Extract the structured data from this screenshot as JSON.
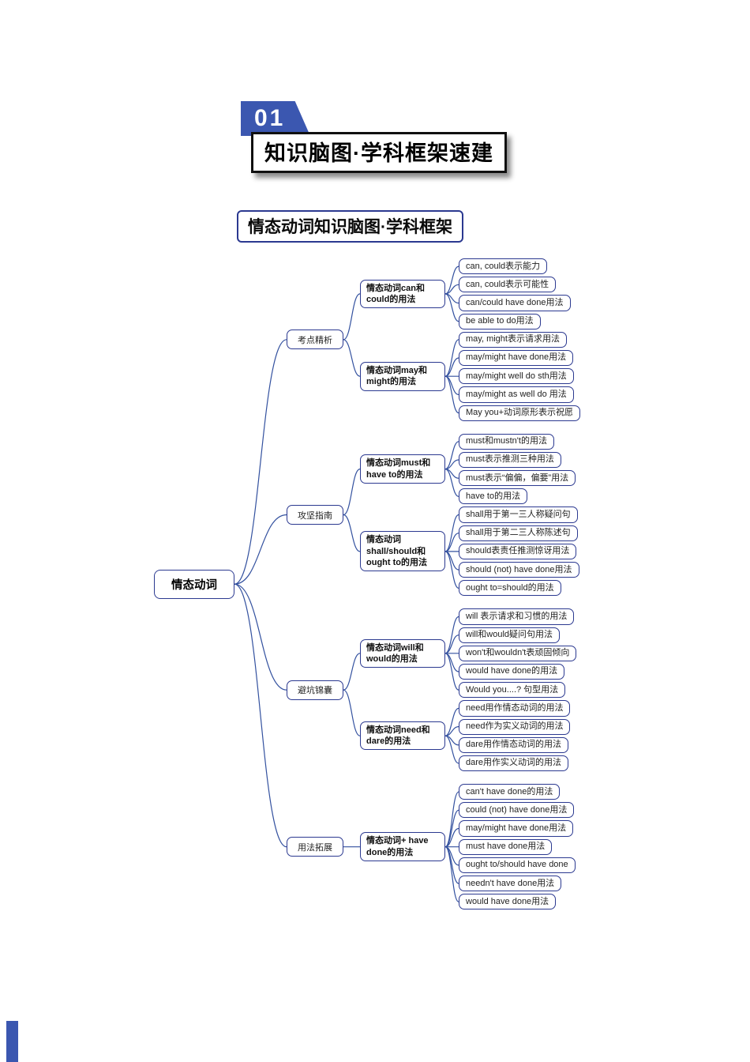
{
  "colors": {
    "accent_blue": "#2b3990",
    "banner_blue": "#3b57b0",
    "line_blue": "#33519f"
  },
  "header": {
    "badge_number": "01",
    "title": "知识脑图·学科框架速建",
    "map_title": "情态动词知识脑图·学科框架"
  },
  "mindmap": {
    "root": "情态动词",
    "branches": [
      {
        "label": "考点精析",
        "topics": [
          {
            "label": "情态动词can和could的用法",
            "leaves": [
              "can, could表示能力",
              "can, could表示可能性",
              "can/could have done用法",
              "be able to do用法"
            ]
          },
          {
            "label": "情态动词may和might的用法",
            "leaves": [
              "may, might表示请求用法",
              "may/might have done用法",
              "may/might well do sth用法",
              "may/might as well do 用法",
              "May you+动词原形表示祝愿"
            ]
          }
        ]
      },
      {
        "label": "攻坚指南",
        "topics": [
          {
            "label": "情态动词must和have to的用法",
            "leaves": [
              "must和mustn't的用法",
              "must表示推测三种用法",
              "must表示“偏偏，偏要”用法",
              "have to的用法"
            ]
          },
          {
            "label": "情态动词shall/should和ought to的用法",
            "leaves": [
              "shall用于第一三人称疑问句",
              "shall用于第二三人称陈述句",
              "should表责任推测惊讶用法",
              "should (not) have done用法",
              "ought to=should的用法"
            ]
          }
        ]
      },
      {
        "label": "避坑锦囊",
        "topics": [
          {
            "label": "情态动词will和would的用法",
            "leaves": [
              "will 表示请求和习惯的用法",
              "will和would疑问句用法",
              "won't和wouldn't表顽固倾向",
              "would have done的用法",
              "Would you....?  句型用法"
            ]
          },
          {
            "label": "情态动词need和dare的用法",
            "leaves": [
              "need用作情态动词的用法",
              "need作为实义动词的用法",
              "dare用作情态动词的用法",
              "dare用作实义动词的用法"
            ]
          }
        ]
      },
      {
        "label": "用法拓展",
        "topics": [
          {
            "label": "情态动词+ have done的用法",
            "leaves": [
              "can't have done的用法",
              "could (not) have done用法",
              "may/might have done用法",
              "must have done用法",
              "ought to/should have done",
              "needn't have done用法",
              "would have done用法"
            ]
          }
        ]
      }
    ]
  }
}
